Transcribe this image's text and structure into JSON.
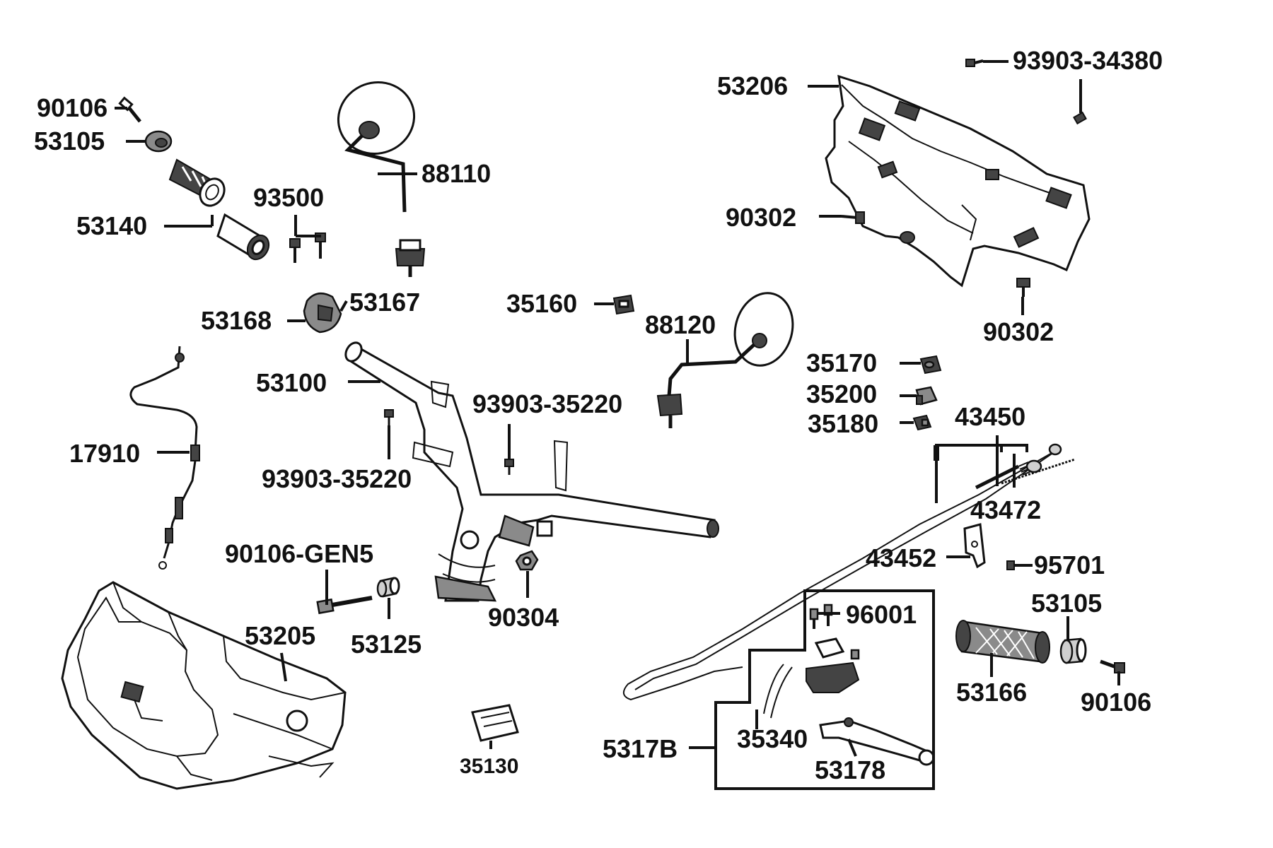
{
  "labels": {
    "l_90106_a": "90106",
    "l_53105_a": "53105",
    "l_53140": "53140",
    "l_93500": "93500",
    "l_88110": "88110",
    "l_53167": "53167",
    "l_53168": "53168",
    "l_53206": "53206",
    "l_93903_34380": "93903-34380",
    "l_90302_a": "90302",
    "l_90302_b": "90302",
    "l_35160": "35160",
    "l_88120": "88120",
    "l_53100": "53100",
    "l_93903_35220_a": "93903-35220",
    "l_93903_35220_b": "93903-35220",
    "l_17910": "17910",
    "l_35170": "35170",
    "l_35200": "35200",
    "l_35180": "35180",
    "l_43450": "43450",
    "l_43472": "43472",
    "l_43452": "43452",
    "l_95701": "95701",
    "l_90106_gen5": "90106-GEN5",
    "l_53205": "53205",
    "l_53125": "53125",
    "l_90304": "90304",
    "l_96001": "96001",
    "l_53105_b": "53105",
    "l_53166": "53166",
    "l_90106_b": "90106",
    "l_5317b": "5317B",
    "l_35340": "35340",
    "l_53178": "53178",
    "l_35130": "35130"
  }
}
